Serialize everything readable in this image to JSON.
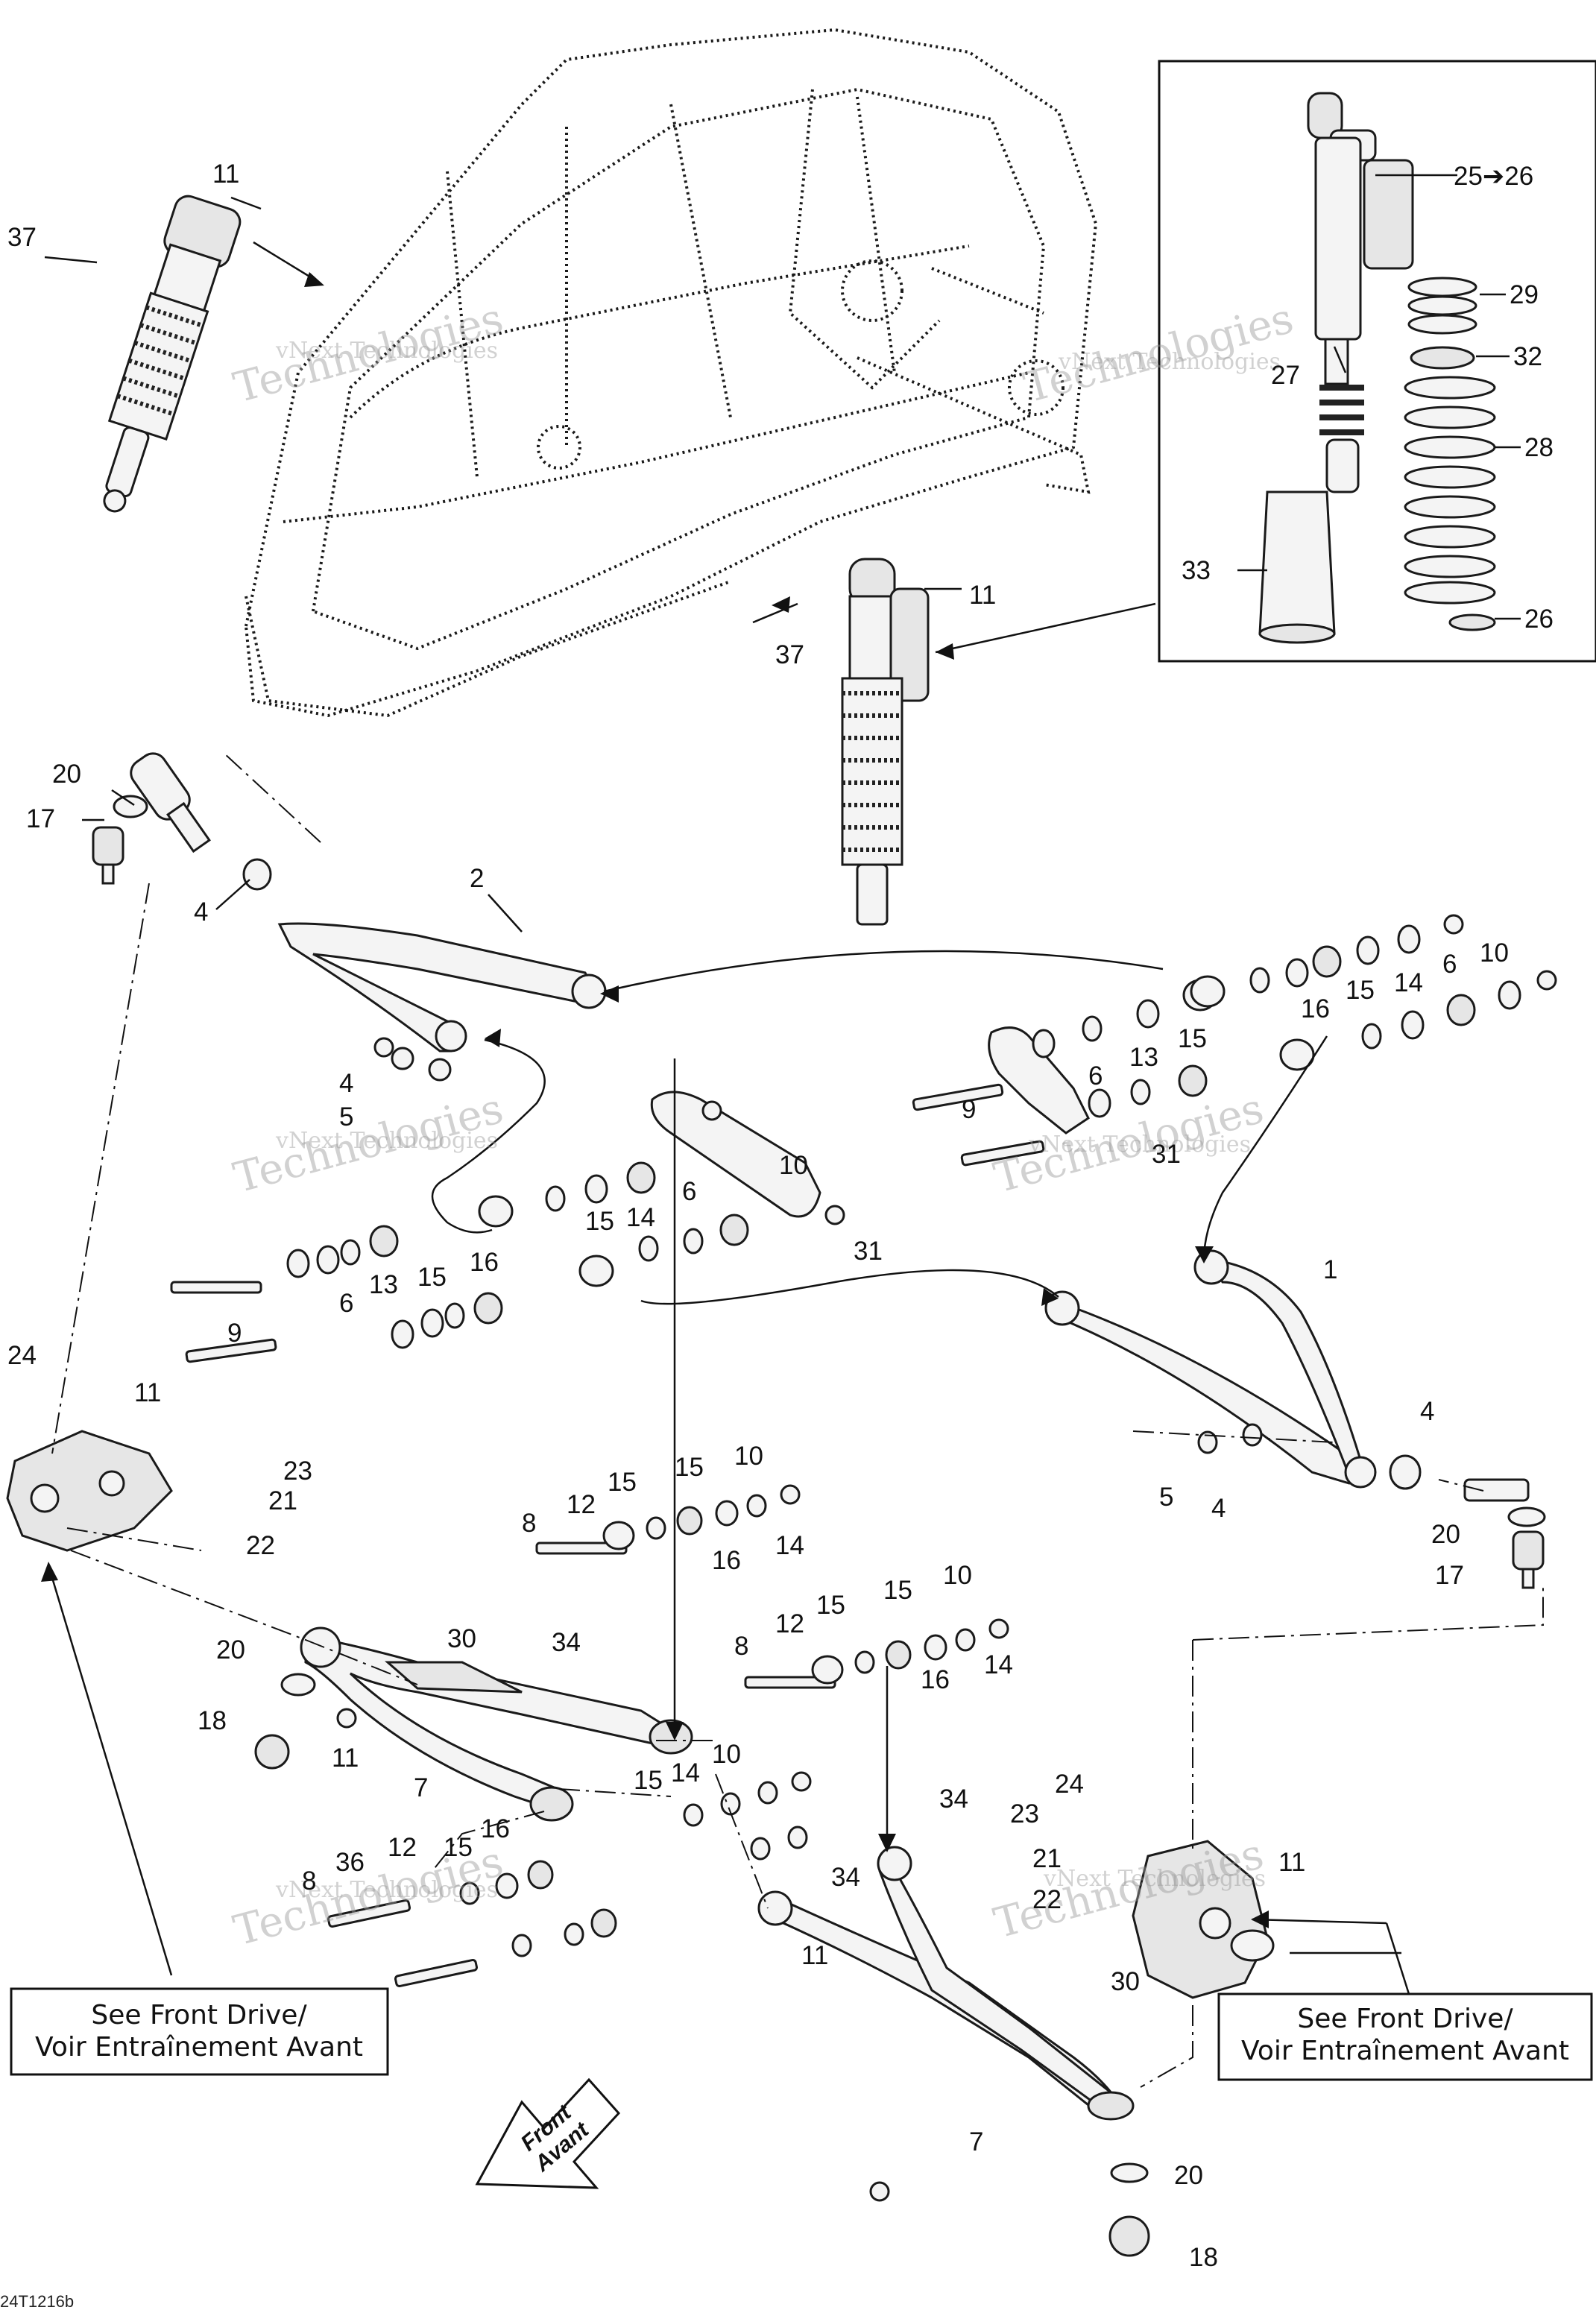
{
  "diagram": {
    "callouts": {
      "c11a": "11",
      "c37a": "37",
      "c11b": "11",
      "c37b": "37",
      "c25": "25➔26",
      "c29": "29",
      "c32": "32",
      "c27": "27",
      "c28": "28",
      "c33": "33",
      "c26": "26",
      "c20a": "20",
      "c17a": "17",
      "c4a": "4",
      "c2": "2",
      "c4b": "4",
      "c5a": "5",
      "c10a": "10",
      "c6a": "6",
      "c15a": "15",
      "c14a": "14",
      "c16a": "16",
      "c15b": "15",
      "c13a": "13",
      "c6b": "6",
      "c9a": "9",
      "c31a": "31",
      "c10b": "10",
      "c6c": "6",
      "c15c": "15",
      "c14b": "14",
      "c16b": "16",
      "c15d": "15",
      "c13b": "13",
      "c6d": "6",
      "c9b": "9",
      "c31b": "31",
      "c1": "1",
      "c4c": "4",
      "c5b": "5",
      "c4d": "4",
      "c20b": "20",
      "c17b": "17",
      "c24a": "24",
      "c11c": "11",
      "c23a": "23",
      "c21a": "21",
      "c22a": "22",
      "c8a": "8",
      "c12a": "12",
      "c15e": "15",
      "c15f": "15",
      "c10c": "10",
      "c16c": "16",
      "c14c": "14",
      "c30a": "30",
      "c34a": "34",
      "c20c": "20",
      "c18a": "18",
      "c11d": "11",
      "c7a": "7",
      "c8b": "8",
      "c12b": "12",
      "c15g": "15",
      "c15h": "15",
      "c10d": "10",
      "c16d": "16",
      "c14d": "14",
      "c10e": "10",
      "c15i": "15",
      "c14e": "14",
      "c16e": "16",
      "c15j": "15",
      "c12c": "12",
      "c36": "36",
      "c8c": "8",
      "c34b": "34",
      "c34c": "34",
      "c24b": "24",
      "c23b": "23",
      "c21b": "21",
      "c22b": "22",
      "c11e": "11",
      "c11f": "11",
      "c30b": "30",
      "c7b": "7",
      "c20d": "20",
      "c18b": "18"
    },
    "ref_box_left": {
      "line1": "See Front Drive/",
      "line2": "Voir Entraînement Avant"
    },
    "ref_box_right": {
      "line1": "See Front Drive/",
      "line2": "Voir Entraînement Avant"
    },
    "front_arrow": {
      "line1": "Front",
      "line2": "Avant"
    },
    "watermark": {
      "line1": "vNext Technologies",
      "line2": "Technologies"
    },
    "figure_code": "24T1216b"
  },
  "colors": {
    "ink": "#111111",
    "part_fill": "#f4f4f4",
    "watermark": "#9a9a9a"
  }
}
